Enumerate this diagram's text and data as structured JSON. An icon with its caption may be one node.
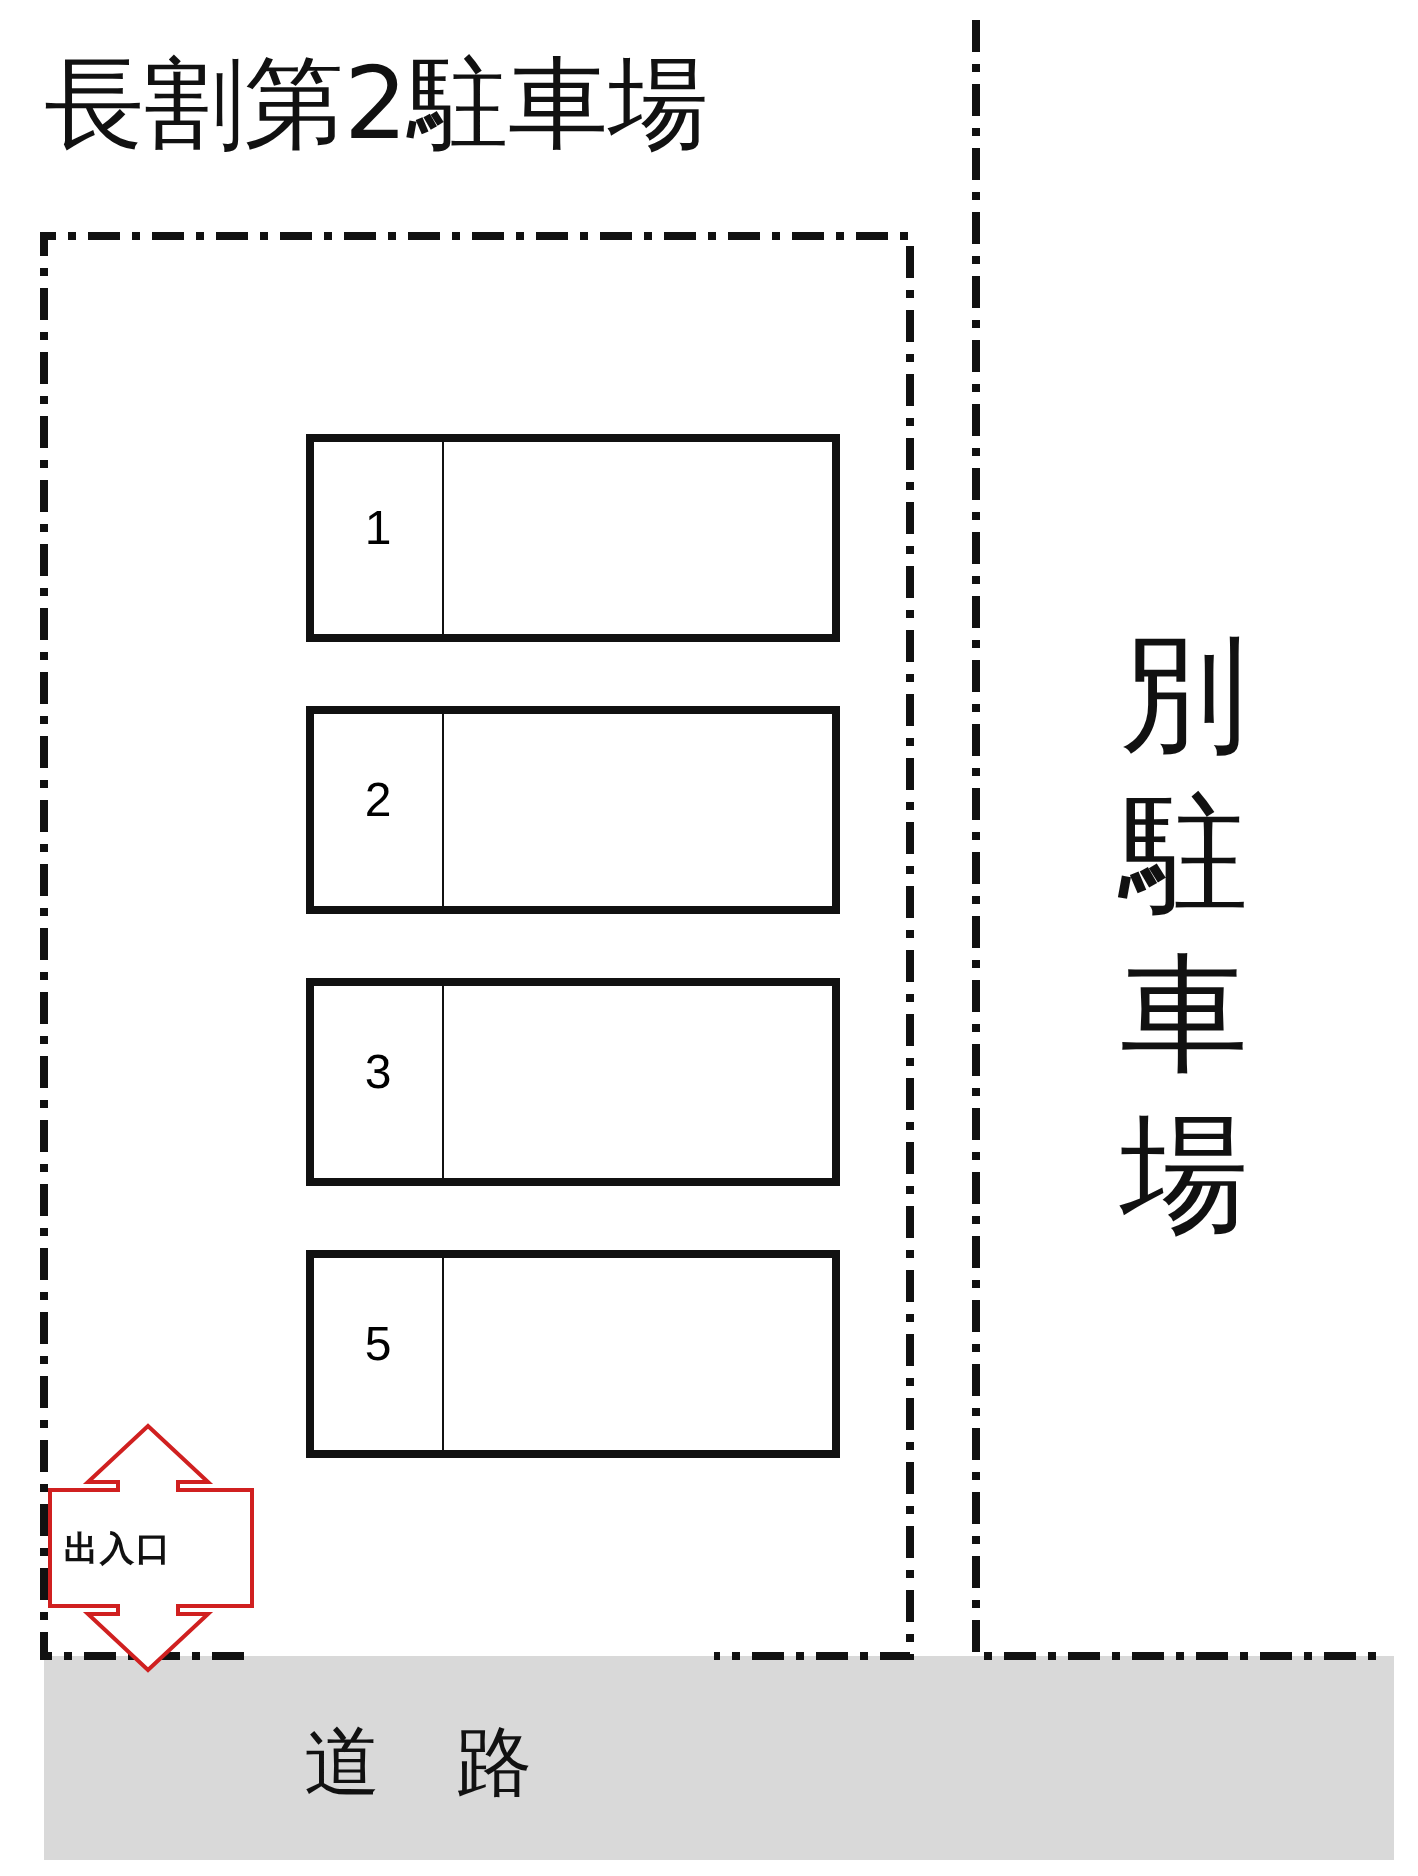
{
  "diagram": {
    "nodes": [
      {
        "text": [
          "長割第2駐車場"
        ]
      },
      {
        "text": [
          "1"
        ],
        "in": 0
      },
      {
        "text": [
          "2"
        ],
        "in": 0
      },
      {
        "text": [
          "3"
        ],
        "in": 0
      },
      {
        "text": [
          "5"
        ],
        "in": 0
      },
      {
        "text": [
          "別駐車場"
        ]
      },
      {
        "text": [
          "道　路"
        ]
      }
    ],
    "edges": [
      {
        "from": 0,
        "to": 6,
        "arrow": "both",
        "label": "出入口"
      }
    ]
  }
}
